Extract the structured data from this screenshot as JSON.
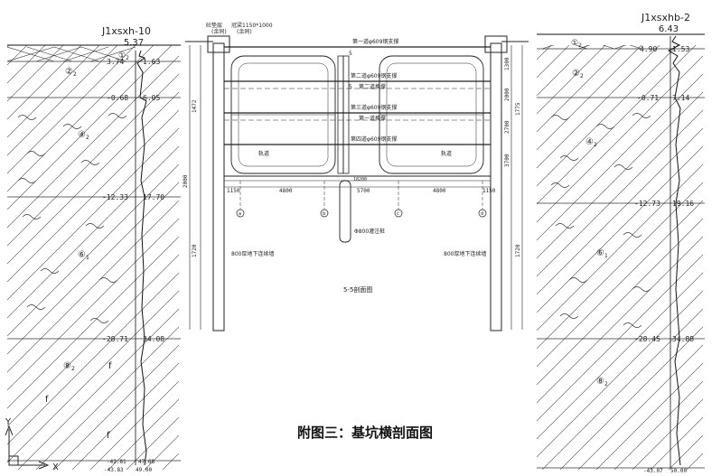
{
  "left_borehole": {
    "id": "J1xsxh-10",
    "surface_elev": "5.37",
    "layers": [
      {
        "label": "①",
        "sub": "2"
      },
      {
        "label": "②",
        "sub": "2"
      },
      {
        "label": "④",
        "sub": "2"
      },
      {
        "label": "⑥",
        "sub": "1"
      },
      {
        "label": "⑧",
        "sub": "2"
      }
    ],
    "boundaries": [
      {
        "left": "3.74",
        "right": "1.63"
      },
      {
        "left": "-0.68",
        "right": "6.05"
      },
      {
        "left": "-12.33",
        "right": "17.70"
      },
      {
        "left": "-28.71",
        "right": "34.08"
      },
      {
        "left": "-42.81",
        "right": "47.68"
      },
      {
        "left": "-43.83",
        "right": "49.00"
      }
    ],
    "symbols": [
      "f",
      "f",
      "f"
    ]
  },
  "right_borehole": {
    "id": "J1xsxhb-2",
    "surface_elev": "6.43",
    "layers": [
      {
        "label": "①",
        "sub": "2"
      },
      {
        "label": "②",
        "sub": "2"
      },
      {
        "label": "④",
        "sub": "2"
      },
      {
        "label": "⑥",
        "sub": "1"
      },
      {
        "label": "⑧",
        "sub": "2"
      }
    ],
    "boundaries": [
      {
        "left": "4.90",
        "right": "1.53"
      },
      {
        "left": "-0.71",
        "right": "7.14"
      },
      {
        "left": "-12.73",
        "right": "19.16"
      },
      {
        "left": "-28.45",
        "right": "34.88"
      },
      {
        "left": "-43.07",
        "right": "50.00"
      }
    ]
  },
  "section": {
    "top_labels": {
      "left1": "砼垫层",
      "left2": "(余同)",
      "right1": "冠梁1150*1000",
      "right2": "(余同)"
    },
    "struts": [
      "第一道φ609钢支撑",
      "第二道φ609钢支撑",
      "第三道φ609钢支撑",
      "第四道φ609钢支撑"
    ],
    "replacement": [
      "第二道换撑",
      "第一道换撑"
    ],
    "rails": [
      "轨道",
      "轨道"
    ],
    "dims_bottom": [
      "1150",
      "4800",
      "5700",
      "4800",
      "1150"
    ],
    "total_width": "18200",
    "dims_left_vertical": [
      "1472",
      "2000",
      "1720"
    ],
    "dims_right_vertical": [
      "1300",
      "2000",
      "1775",
      "2700",
      "3700",
      "1720"
    ],
    "axes": [
      "a",
      "b",
      "c",
      "d"
    ],
    "pile_label": "Φ800灌注桩",
    "wall_left": "800厚地下连续墙",
    "wall_right": "800厚地下连续墙",
    "section_name": "5-5剖面图",
    "small_marks": [
      "5",
      "5"
    ]
  },
  "title": "附图三：基坑横剖面图",
  "axis_marker": {
    "y": "Y",
    "x": "X"
  }
}
